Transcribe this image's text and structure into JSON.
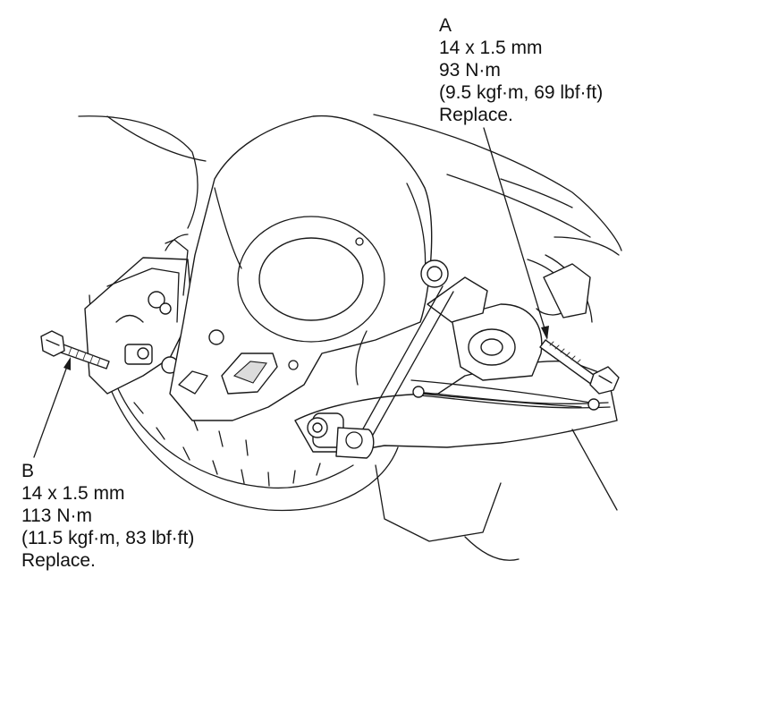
{
  "callouts": {
    "a": {
      "letter": "A",
      "size": "14 x 1.5 mm",
      "torque": "93 N·m",
      "torque_alt": "(9.5 kgf·m, 69 lbf·ft)",
      "note": "Replace."
    },
    "b": {
      "letter": "B",
      "size": "14 x 1.5 mm",
      "torque": "113 N·m",
      "torque_alt": "(11.5 kgf·m, 83 lbf·ft)",
      "note": "Replace."
    }
  }
}
